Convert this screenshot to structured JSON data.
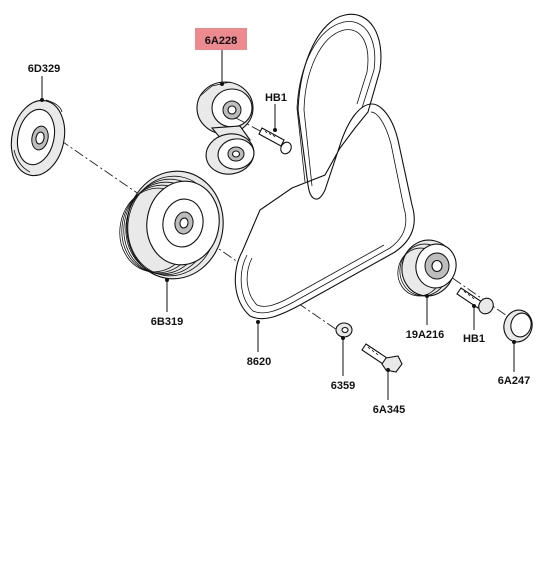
{
  "parts": {
    "tensioner": "6A228",
    "damper": "6D329",
    "bolt_upper": "HB1",
    "crank_pulley": "6B319",
    "belt": "8620",
    "washer": "6359",
    "crank_bolt": "6A345",
    "idler": "19A216",
    "bolt_lower": "HB1",
    "cap": "6A247"
  },
  "highlight_color": "#ec8a90"
}
